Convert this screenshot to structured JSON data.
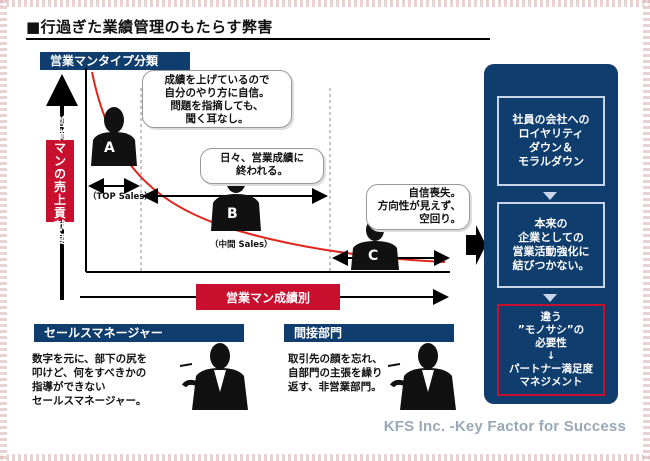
{
  "title": "■行過ぎた業績管理のもたらす弊害",
  "section_header": "営業マンタイプ分類",
  "y_axis_label": "営業マンの売上貢献度",
  "x_axis_label": "営業マン成績別",
  "figures": {
    "a": {
      "letter": "A",
      "caption": "（TOP Sales）"
    },
    "b": {
      "letter": "B",
      "caption": "（中間 Sales）"
    },
    "c": {
      "letter": "C"
    }
  },
  "bubbles": {
    "a": "成績を上げているので\n自分のやり方に自信。\n問題を指摘しても、\n聞く耳なし。",
    "b": "日々、営業成績に\n終われる。",
    "c": "自信喪失。\n方向性が見えず、\n空回り。"
  },
  "sales_manager": {
    "header": "セールスマネージャー",
    "text": "数字を元に、部下の尻を\n叩けど、何をすべきかの\n指導ができない\nセールスマネージャー。"
  },
  "indirect_dept": {
    "header": "間接部門",
    "text": "取引先の顔を忘れ、\n自部門の主張を繰り\n返す、非営業部門。"
  },
  "right_panel": {
    "box1": "社員の会社への\nロイヤリティ\nダウン＆\nモラルダウン",
    "box2": "本来の\n企業としての\n営業活動強化に\n結びつかない。",
    "box3": "違う\n”モノサシ”の\n必要性\n↓\nパートナー満足度\nマネジメント"
  },
  "footer": "KFS Inc. -Key Factor for Success",
  "colors": {
    "navy": "#0e3d6e",
    "red": "#c8102e",
    "curve": "#e0261c"
  },
  "icons": [
    "person-silhouette-icon",
    "smoking-manager-icon",
    "arrow-right-icon",
    "arrow-down-icon"
  ]
}
